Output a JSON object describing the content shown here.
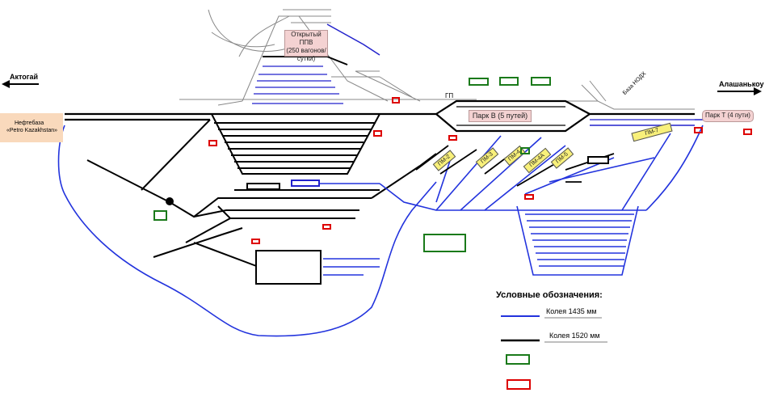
{
  "directions": {
    "left": "Актогай",
    "right": "Алашанькоу"
  },
  "stations": {
    "oil_depot": [
      "Нефтебаза",
      "«Petro Kazakhstan»"
    ],
    "ppv": [
      "Открытый ППВ",
      "(250 вагонов/",
      "сутки)"
    ],
    "park_v": "Парк В (5 путей)",
    "park_t": "Парк Т (4 пути)",
    "base_nodkh": "База НОДХ",
    "gp": "ГП"
  },
  "platforms": [
    "ПМ-2",
    "ПМ-3",
    "ПМ-4",
    "ПМ-4А",
    "ПМ-5",
    "ПМ-7"
  ],
  "legend": {
    "title": "Условные обозначения:",
    "gauge_1435": "Колея 1435 мм",
    "gauge_1520": "Колея 1520 мм"
  },
  "colors": {
    "gauge_1435": "#0000ff",
    "gauge_1520": "#000000",
    "green_marker": "#1a7a1a",
    "red_marker": "#dd0000"
  }
}
